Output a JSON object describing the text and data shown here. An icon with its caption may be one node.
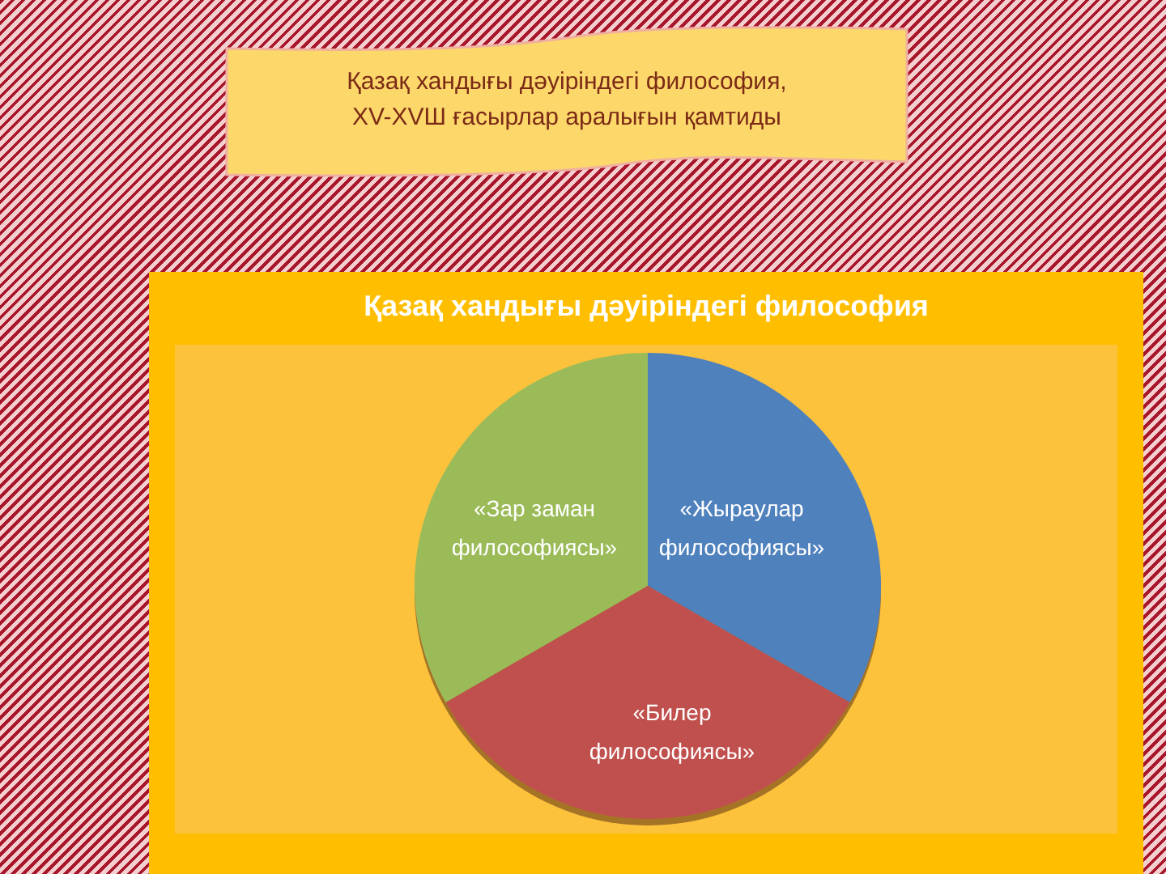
{
  "diagram": {
    "nodes": [
      {
        "text": [
          "Қазақ хандығы дәуіріндегі философия, XV-XVШ ғасырлар аралығын қамтиды"
        ]
      },
      {
        "text": [
          "Қазақ хандығы дәуіріндегі философия"
        ]
      },
      {
        "text": [
          "«Зар заман философиясы»"
        ],
        "in": 1
      },
      {
        "text": [
          "«Жыраулар философиясы»"
        ],
        "in": 1
      },
      {
        "text": [
          "«Билер философиясы»"
        ],
        "in": 1
      }
    ]
  }
}
